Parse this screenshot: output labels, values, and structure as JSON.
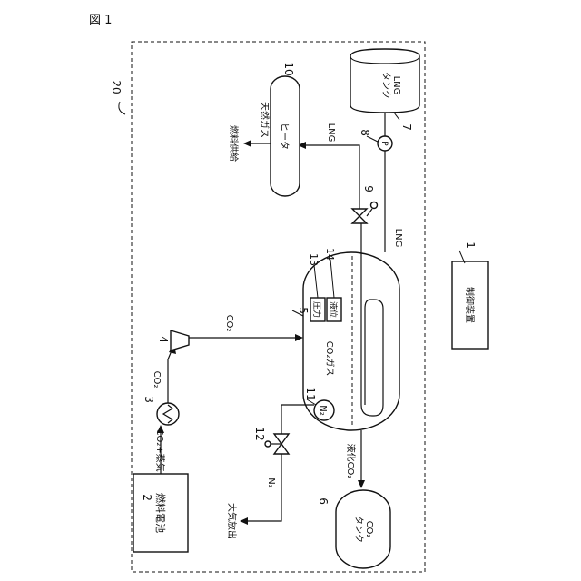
{
  "figure_title": "図 1",
  "labels": {
    "system": "20",
    "control_device": {
      "ref": "1",
      "text": "制御装置"
    },
    "fuel_cell": {
      "ref": "2",
      "text": "燃料電池"
    },
    "heat_exchanger": {
      "ref": "3"
    },
    "compressor": {
      "ref": "4"
    },
    "co2_tank_vessel": {
      "ref": "5",
      "gas": "CO₂ガス"
    },
    "co2_tank": {
      "ref": "6",
      "text1": "CO₂",
      "text2": "タンク"
    },
    "lng_tank": {
      "ref": "7",
      "text1": "LNG",
      "text2": "タンク"
    },
    "pump": {
      "ref": "8",
      "symbol": "P"
    },
    "valve_lng": {
      "ref": "9"
    },
    "heater": {
      "ref": "10",
      "text": "ヒータ"
    },
    "n2_source": {
      "ref": "11",
      "symbol": "N₂"
    },
    "valve_n2": {
      "ref": "12"
    },
    "pressure_sensor": {
      "ref": "13",
      "text": "圧力"
    },
    "level_sensor": {
      "ref": "14",
      "text": "液位"
    }
  },
  "flows": {
    "co2_steam": "CO₂+蒸気",
    "co2_after_hx": "CO₂",
    "co2_to_tank": "CO₂",
    "liquid_co2": "液化CO₂",
    "n2": "N₂",
    "atmosphere": "大気放出",
    "natural_gas": "天然ガス",
    "fuel_supply": "燃料供給",
    "lng_to_heater": "LNG",
    "lng_pipe": "LNG"
  }
}
